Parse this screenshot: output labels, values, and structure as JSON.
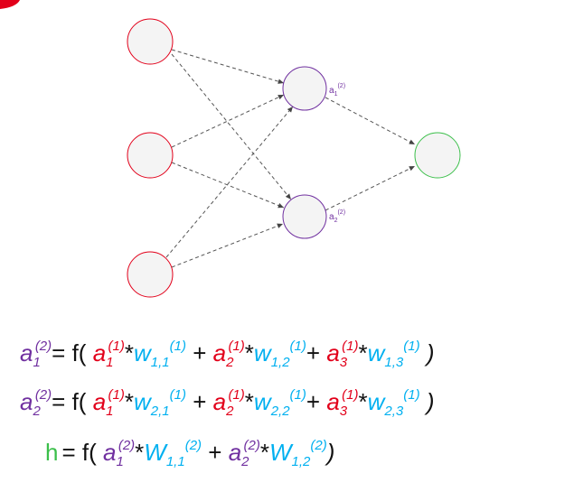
{
  "network": {
    "node_labels": {
      "a1": {
        "base": "a",
        "sub": "1",
        "sup": "(2)"
      },
      "a2": {
        "base": "a",
        "sub": "2",
        "sup": "(2)"
      }
    },
    "colors": {
      "input": "#e2001a",
      "hidden": "#7030a0",
      "output": "#3bbf4a",
      "edge": "#555555",
      "fill": "#f4f4f4"
    }
  },
  "equations": {
    "eq1": {
      "lhs": {
        "base": "a",
        "sub": "1",
        "sup": "(2)"
      },
      "func": "f(",
      "terms": [
        {
          "x_base": "a",
          "x_sub": "1",
          "x_sup": "(1)",
          "w_base": "w",
          "w_sub": "1,1",
          "w_sup": "(1)"
        },
        {
          "x_base": "a",
          "x_sub": "2",
          "x_sup": "(1)",
          "w_base": "w",
          "w_sub": "1,2",
          "w_sup": "(1)"
        },
        {
          "x_base": "a",
          "x_sub": "3",
          "x_sup": "(1)",
          "w_base": "w",
          "w_sub": "1,3",
          "w_sup": "(1)"
        }
      ],
      "close": ")"
    },
    "eq2": {
      "lhs": {
        "base": "a",
        "sub": "2",
        "sup": "(2)"
      },
      "func": "f(",
      "terms": [
        {
          "x_base": "a",
          "x_sub": "1",
          "x_sup": "(1)",
          "w_base": "w",
          "w_sub": "2,1",
          "w_sup": "(1)"
        },
        {
          "x_base": "a",
          "x_sub": "2",
          "x_sup": "(1)",
          "w_base": "w",
          "w_sub": "2,2",
          "w_sup": "(1)"
        },
        {
          "x_base": "a",
          "x_sub": "3",
          "x_sup": "(1)",
          "w_base": "w",
          "w_sub": "2,3",
          "w_sup": "(1)"
        }
      ],
      "close": ")"
    },
    "eq3": {
      "lhs": "h",
      "func": "f(",
      "terms": [
        {
          "x_base": "a",
          "x_sub": "1",
          "x_sup": "(2)",
          "w_base": "W",
          "w_sub": "1,1",
          "w_sup": "(2)"
        },
        {
          "x_base": "a",
          "x_sub": "2",
          "x_sup": "(2)",
          "w_base": "W",
          "w_sub": "1,2",
          "w_sup": "(2)"
        }
      ],
      "close": ")"
    },
    "equals": "=",
    "plus": "+",
    "times": "*"
  }
}
